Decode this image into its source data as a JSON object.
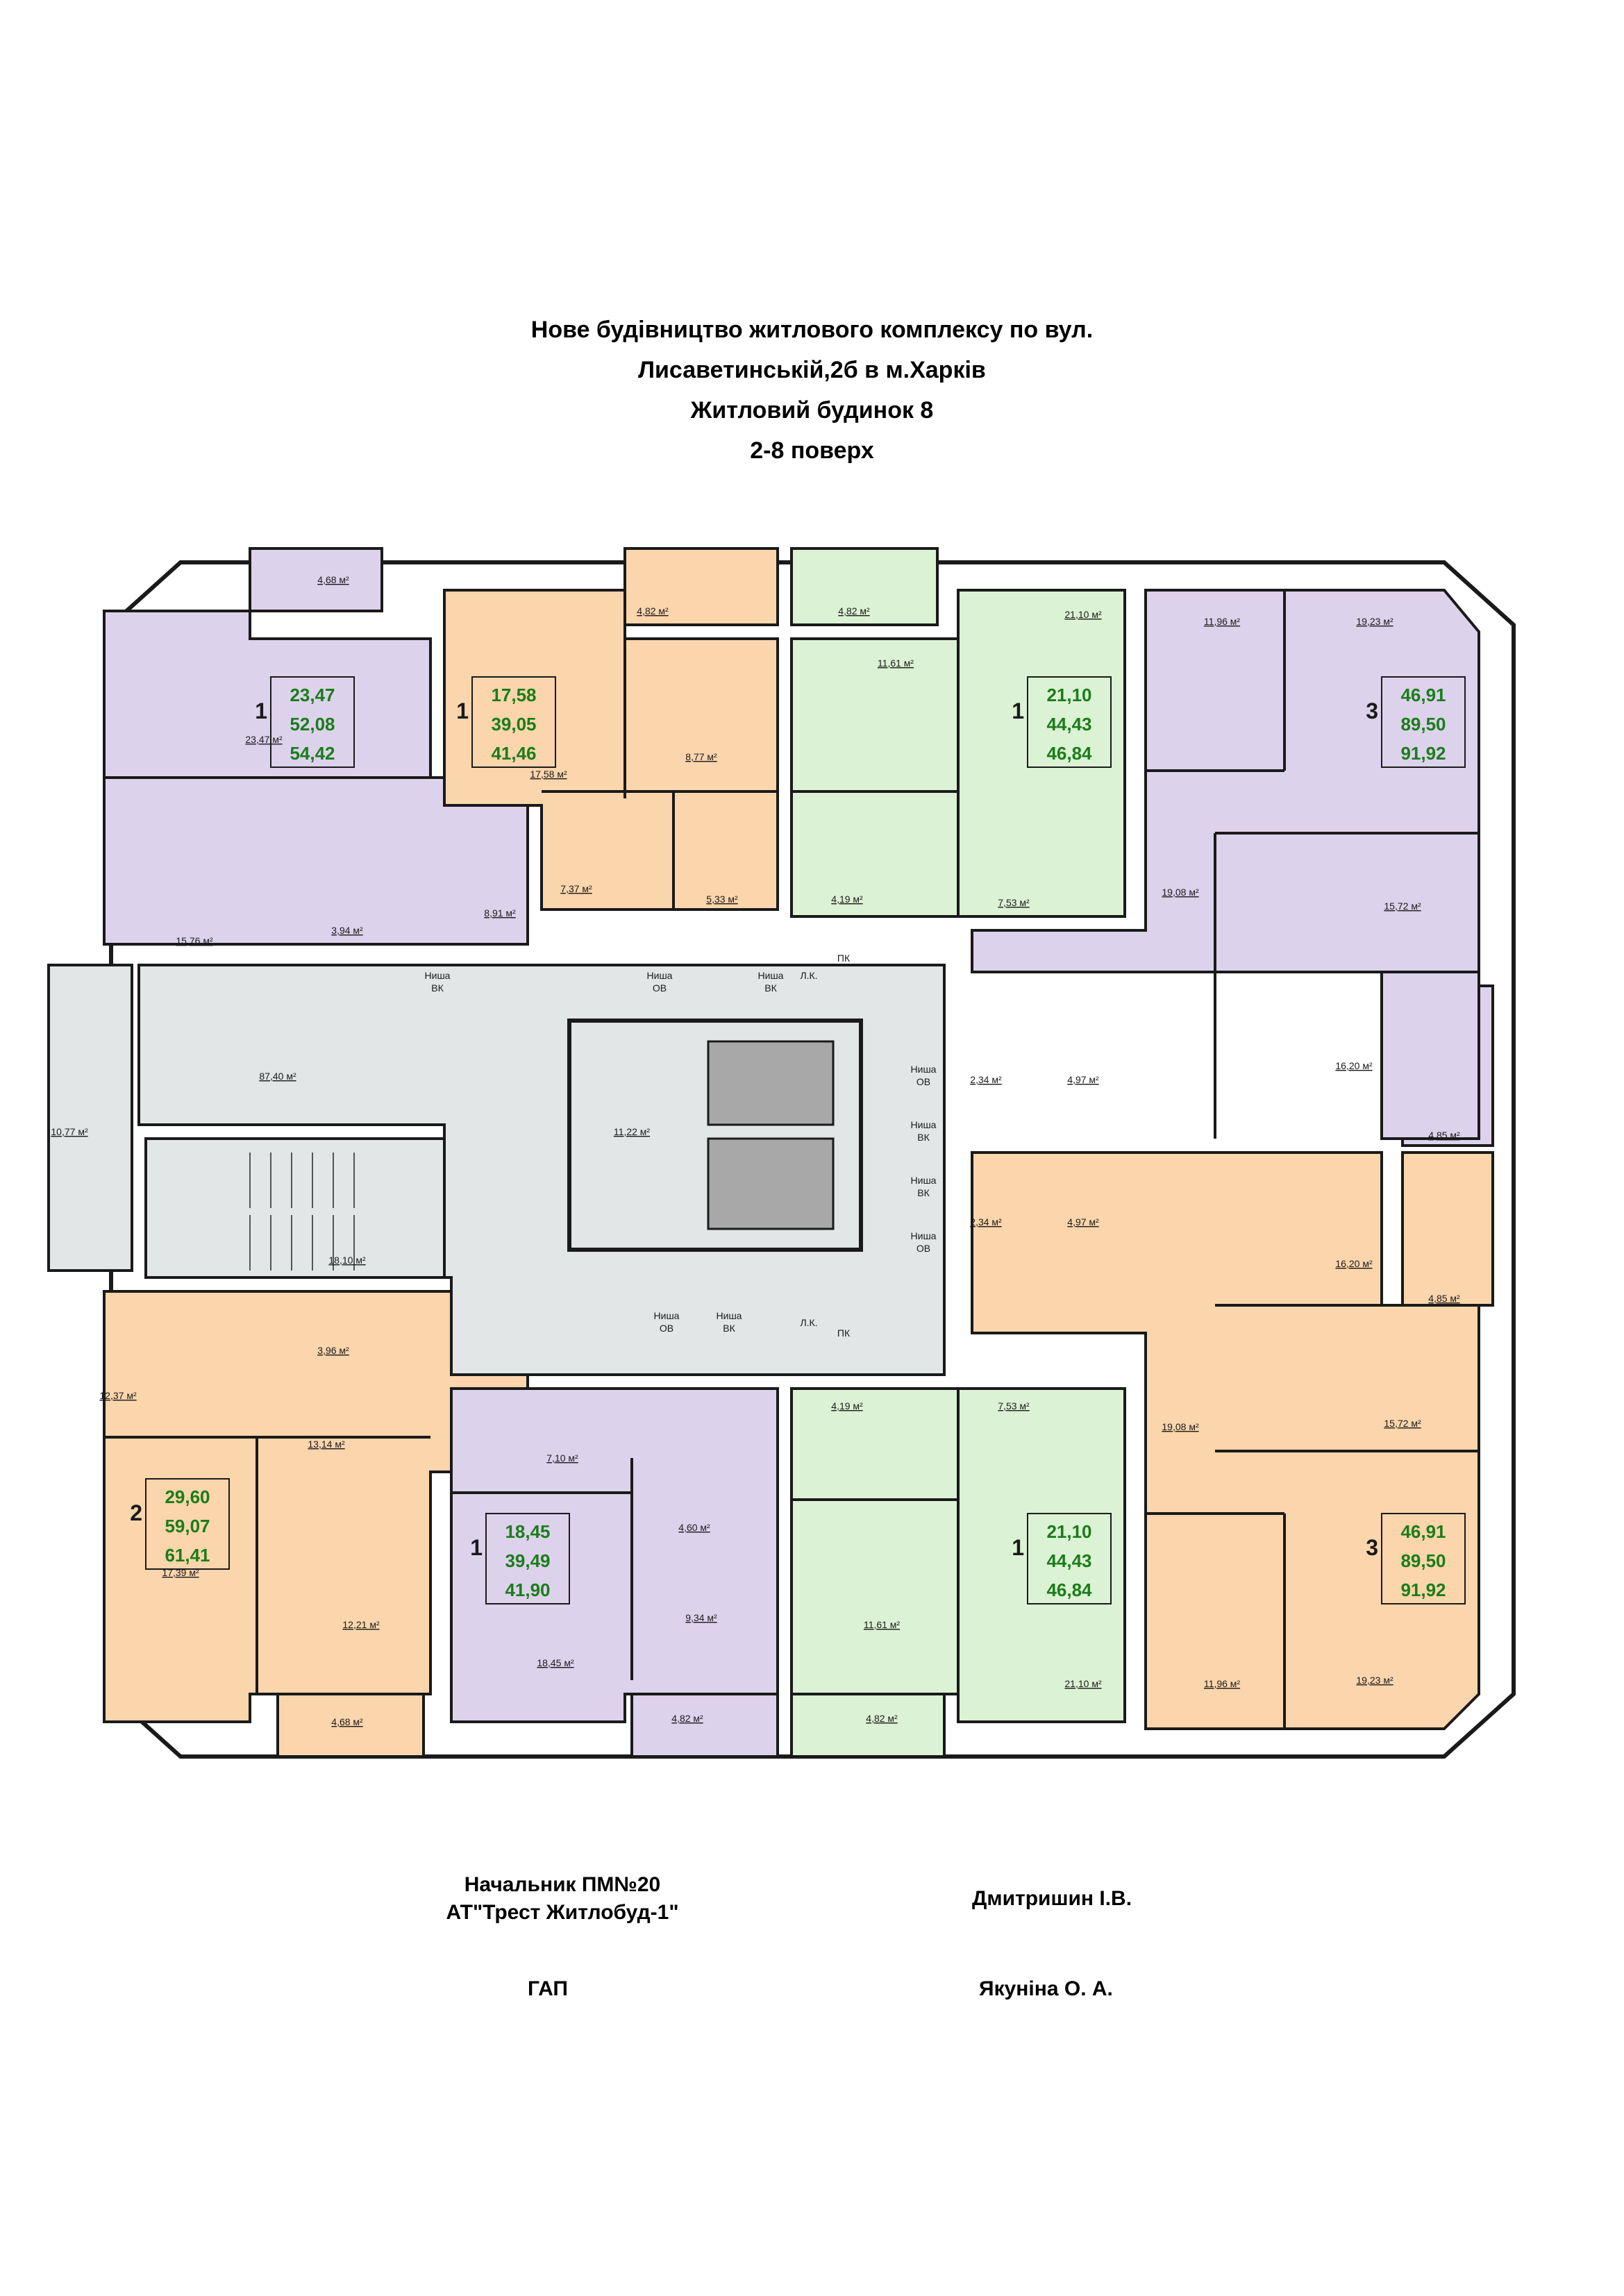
{
  "title": {
    "line1": "Нове будівництво житлового комплексу по вул.",
    "line2": "Лисаветинській,2б в м.Харків",
    "line3": "Житловий будинок 8",
    "line4": "2-8 поверх"
  },
  "colors": {
    "purple": "#ddd2ec",
    "orange": "#fbd5ac",
    "green": "#dcf2d4",
    "common": "#e3e6e6",
    "shaft": "#a8a8a8",
    "wall": "#ffffff",
    "outline": "#1a1a1a",
    "apt_number": "#1a7d1a"
  },
  "apartments": [
    {
      "rooms": "1",
      "a": "23,47",
      "b": "52,08",
      "c": "54,42"
    },
    {
      "rooms": "1",
      "a": "17,58",
      "b": "39,05",
      "c": "41,46"
    },
    {
      "rooms": "1",
      "a": "21,10",
      "b": "44,43",
      "c": "46,84"
    },
    {
      "rooms": "3",
      "a": "46,91",
      "b": "89,50",
      "c": "91,92"
    },
    {
      "rooms": "2",
      "a": "29,60",
      "b": "59,07",
      "c": "61,41"
    },
    {
      "rooms": "1",
      "a": "18,45",
      "b": "39,49",
      "c": "41,90"
    },
    {
      "rooms": "1",
      "a": "21,10",
      "b": "44,43",
      "c": "46,84"
    },
    {
      "rooms": "3",
      "a": "46,91",
      "b": "89,50",
      "c": "91,92"
    }
  ],
  "areas": [
    "4,68 м²",
    "23,47 м²",
    "15,76 м²",
    "3,94 м²",
    "8,91 м²",
    "4,82 м²",
    "17,58 м²",
    "8,77 м²",
    "7,37 м²",
    "5,33 м²",
    "4,82 м²",
    "11,61 м²",
    "21,10 м²",
    "4,19 м²",
    "7,53 м²",
    "11,96 м²",
    "19,23 м²",
    "19,08 м²",
    "15,72 м²",
    "16,20 м²",
    "4,85 м²",
    "2,34 м²",
    "4,97 м²",
    "2,34 м²",
    "4,97 м²",
    "16,20 м²",
    "4,85 м²",
    "19,08 м²",
    "15,72 м²",
    "11,96 м²",
    "19,23 м²",
    "87,40 м²",
    "10,77 м²",
    "11,22 м²",
    "18,10 м²",
    "12,37 м²",
    "3,96 м²",
    "13,14 м²",
    "17,39 м²",
    "12,21 м²",
    "4,68 м²",
    "7,10 м²",
    "4,60 м²",
    "4,19 м²",
    "7,53 м²",
    "18,45 м²",
    "9,34 м²",
    "11,61 м²",
    "21,10 м²",
    "4,82 м²",
    "4,82 м²"
  ],
  "niches": [
    [
      "Ниша",
      "ВК"
    ],
    [
      "Ниша",
      "ОВ"
    ],
    [
      "Ниша",
      "ВК"
    ],
    [
      "Ниша",
      "ОВ"
    ],
    [
      "Ниша",
      "ВК"
    ],
    [
      "Ниша",
      "ВК"
    ],
    [
      "Ниша",
      "ОВ"
    ],
    [
      "Ниша",
      "ОВ"
    ],
    [
      "Ниша",
      "ВК"
    ]
  ],
  "markers": [
    "Л.К.",
    "ПК",
    "Л.К.",
    "ПК"
  ],
  "signatures": {
    "role1_line1": "Начальник ПМ№20",
    "role1_line2": "АТ\"Трест Житлобуд-1\"",
    "name1": "Дмитришин І.В.",
    "role2": "ГАП",
    "name2": "Якуніна О. А."
  }
}
